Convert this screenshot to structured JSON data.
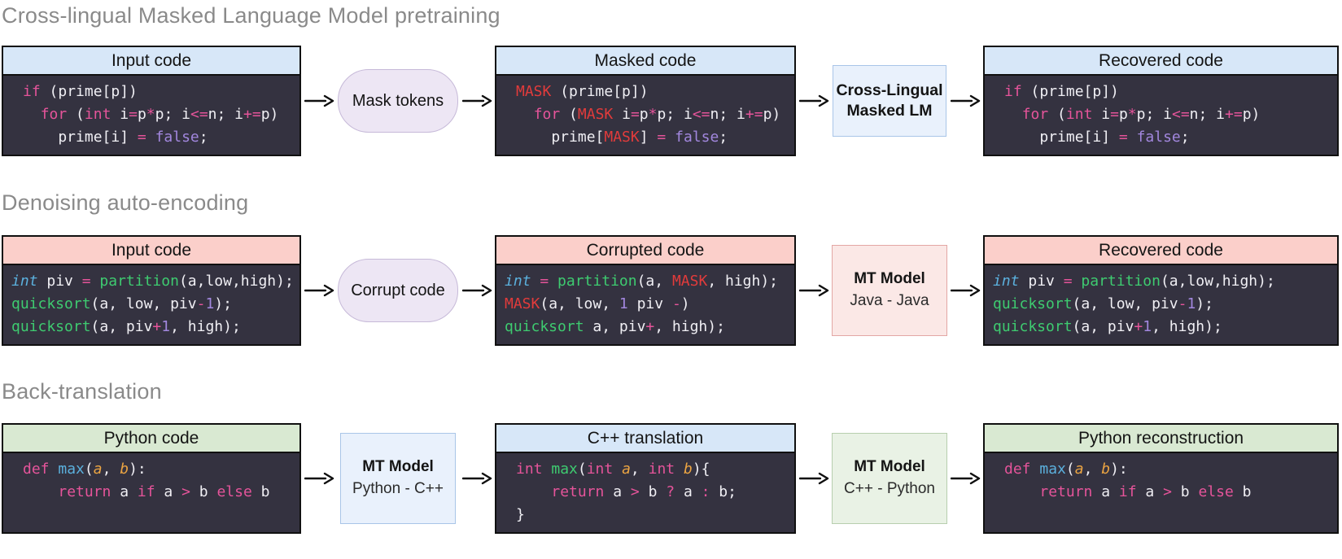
{
  "icons": {
    "arrow_right": "→"
  },
  "colors": {
    "syntax": {
      "background": "#343240",
      "default_text": "#f0eff4",
      "keyword": "#e5549a",
      "type_italic": "#5bb0dd",
      "builtin": "#5bb0dd",
      "function": "#3ecb70",
      "literal": "#a287de",
      "mask_token": "#e23b3b",
      "parameter": "#eba442"
    },
    "headers": {
      "blue": "#d7e7f8",
      "pink": "#fbcfca",
      "green": "#d9e9d2"
    },
    "nodes": {
      "oval_bg": "#ede6f4",
      "oval_border": "#c6b9d8",
      "blue_bg": "#e9f1fc",
      "blue_border": "#a9c5e8",
      "pink_bg": "#fbe8e6",
      "pink_border": "#e3a7a4",
      "green_bg": "#e9f2e5",
      "green_border": "#b7cfae"
    },
    "title_text": "#8a8a8a"
  },
  "sections": [
    {
      "title": "Cross-lingual Masked Language Model pretraining",
      "input_header": "Input code",
      "transform_label": "Mask tokens",
      "mid_header": "Masked code",
      "model": {
        "line1": "Cross-Lingual",
        "line2": "Masked LM"
      },
      "output_header": "Recovered code",
      "input_code": [
        [
          [
            "k",
            "if"
          ],
          [
            "w",
            " (prime[p])"
          ]
        ],
        [
          [
            "w",
            "  "
          ],
          [
            "k",
            "for"
          ],
          [
            "w",
            " ("
          ],
          [
            "k",
            "int"
          ],
          [
            "w",
            " i"
          ],
          [
            "k",
            "="
          ],
          [
            "w",
            "p"
          ],
          [
            "k",
            "*"
          ],
          [
            "w",
            "p; i"
          ],
          [
            "k",
            "<="
          ],
          [
            "w",
            "n; i"
          ],
          [
            "k",
            "+="
          ],
          [
            "w",
            "p)"
          ]
        ],
        [
          [
            "w",
            "    prime[i] "
          ],
          [
            "k",
            "="
          ],
          [
            "w",
            " "
          ],
          [
            "n",
            "false"
          ],
          [
            "w",
            ";"
          ]
        ]
      ],
      "mid_code": [
        [
          [
            "m",
            "MASK"
          ],
          [
            "w",
            " (prime[p])"
          ]
        ],
        [
          [
            "w",
            "  "
          ],
          [
            "k",
            "for"
          ],
          [
            "w",
            " ("
          ],
          [
            "m",
            "MASK"
          ],
          [
            "w",
            " i"
          ],
          [
            "k",
            "="
          ],
          [
            "w",
            "p"
          ],
          [
            "k",
            "*"
          ],
          [
            "w",
            "p; i"
          ],
          [
            "k",
            "<="
          ],
          [
            "w",
            "n; i"
          ],
          [
            "k",
            "+="
          ],
          [
            "w",
            "p)"
          ]
        ],
        [
          [
            "w",
            "    prime["
          ],
          [
            "m",
            "MASK"
          ],
          [
            "w",
            "] "
          ],
          [
            "k",
            "="
          ],
          [
            "w",
            " "
          ],
          [
            "n",
            "false"
          ],
          [
            "w",
            ";"
          ]
        ]
      ],
      "output_code": [
        [
          [
            "k",
            "if"
          ],
          [
            "w",
            " (prime[p])"
          ]
        ],
        [
          [
            "w",
            "  "
          ],
          [
            "k",
            "for"
          ],
          [
            "w",
            " ("
          ],
          [
            "k",
            "int"
          ],
          [
            "w",
            " i"
          ],
          [
            "k",
            "="
          ],
          [
            "w",
            "p"
          ],
          [
            "k",
            "*"
          ],
          [
            "w",
            "p; i"
          ],
          [
            "k",
            "<="
          ],
          [
            "w",
            "n; i"
          ],
          [
            "k",
            "+="
          ],
          [
            "w",
            "p)"
          ]
        ],
        [
          [
            "w",
            "    prime[i] "
          ],
          [
            "k",
            "="
          ],
          [
            "w",
            " "
          ],
          [
            "n",
            "false"
          ],
          [
            "w",
            ";"
          ]
        ]
      ]
    },
    {
      "title": "Denoising auto-encoding",
      "input_header": "Input code",
      "transform_label": "Corrupt code",
      "mid_header": "Corrupted code",
      "model": {
        "line1": "MT Model",
        "line2": "Java - Java"
      },
      "output_header": "Recovered code",
      "input_code": [
        [
          [
            "t",
            "int"
          ],
          [
            "w",
            " piv "
          ],
          [
            "k",
            "="
          ],
          [
            "w",
            " "
          ],
          [
            "f",
            "partition"
          ],
          [
            "w",
            "(a,low,high);"
          ]
        ],
        [
          [
            "f",
            "quicksort"
          ],
          [
            "w",
            "(a, low, piv"
          ],
          [
            "k",
            "-"
          ],
          [
            "n",
            "1"
          ],
          [
            "w",
            ");"
          ]
        ],
        [
          [
            "f",
            "quicksort"
          ],
          [
            "w",
            "(a, piv"
          ],
          [
            "k",
            "+"
          ],
          [
            "n",
            "1"
          ],
          [
            "w",
            ", high);"
          ]
        ]
      ],
      "mid_code": [
        [
          [
            "t",
            "int"
          ],
          [
            "w",
            " "
          ],
          [
            "k",
            "="
          ],
          [
            "w",
            " "
          ],
          [
            "f",
            "partition"
          ],
          [
            "w",
            "(a, "
          ],
          [
            "m",
            "MASK"
          ],
          [
            "w",
            ", high);"
          ]
        ],
        [
          [
            "m",
            "MASK"
          ],
          [
            "w",
            "(a, low, "
          ],
          [
            "n",
            "1"
          ],
          [
            "w",
            " piv "
          ],
          [
            "k",
            "-"
          ],
          [
            "w",
            ")"
          ]
        ],
        [
          [
            "f",
            "quicksort"
          ],
          [
            "w",
            " a, piv"
          ],
          [
            "k",
            "+"
          ],
          [
            "w",
            ", high);"
          ]
        ]
      ],
      "output_code": [
        [
          [
            "t",
            "int"
          ],
          [
            "w",
            " piv "
          ],
          [
            "k",
            "="
          ],
          [
            "w",
            " "
          ],
          [
            "f",
            "partition"
          ],
          [
            "w",
            "(a,low,high);"
          ]
        ],
        [
          [
            "f",
            "quicksort"
          ],
          [
            "w",
            "(a, low, piv"
          ],
          [
            "k",
            "-"
          ],
          [
            "n",
            "1"
          ],
          [
            "w",
            ");"
          ]
        ],
        [
          [
            "f",
            "quicksort"
          ],
          [
            "w",
            "(a, piv"
          ],
          [
            "k",
            "+"
          ],
          [
            "n",
            "1"
          ],
          [
            "w",
            ", high);"
          ]
        ]
      ]
    },
    {
      "title": "Back-translation",
      "input_header": "Python code",
      "transform": {
        "line1": "MT Model",
        "line2": "Python - C++"
      },
      "mid_header": "C++ translation",
      "model": {
        "line1": "MT Model",
        "line2": "C++ - Python"
      },
      "output_header": "Python reconstruction",
      "input_code": [
        [
          [
            "k",
            "def"
          ],
          [
            "w",
            " "
          ],
          [
            "b",
            "max"
          ],
          [
            "w",
            "("
          ],
          [
            "p",
            "a"
          ],
          [
            "w",
            ", "
          ],
          [
            "p",
            "b"
          ],
          [
            "w",
            "):"
          ]
        ],
        [
          [
            "w",
            "    "
          ],
          [
            "k",
            "return"
          ],
          [
            "w",
            " a "
          ],
          [
            "k",
            "if"
          ],
          [
            "w",
            " a "
          ],
          [
            "k",
            ">"
          ],
          [
            "w",
            " b "
          ],
          [
            "k",
            "else"
          ],
          [
            "w",
            " b"
          ]
        ]
      ],
      "mid_code": [
        [
          [
            "k",
            "int"
          ],
          [
            "w",
            " "
          ],
          [
            "f",
            "max"
          ],
          [
            "w",
            "("
          ],
          [
            "k",
            "int"
          ],
          [
            "w",
            " "
          ],
          [
            "p",
            "a"
          ],
          [
            "w",
            ", "
          ],
          [
            "k",
            "int"
          ],
          [
            "w",
            " "
          ],
          [
            "p",
            "b"
          ],
          [
            "w",
            "){"
          ]
        ],
        [
          [
            "w",
            "    "
          ],
          [
            "k",
            "return"
          ],
          [
            "w",
            " a "
          ],
          [
            "k",
            ">"
          ],
          [
            "w",
            " b "
          ],
          [
            "k",
            "?"
          ],
          [
            "w",
            " a "
          ],
          [
            "k",
            ":"
          ],
          [
            "w",
            " b;"
          ]
        ],
        [
          [
            "w",
            "}"
          ]
        ]
      ],
      "output_code": [
        [
          [
            "k",
            "def"
          ],
          [
            "w",
            " "
          ],
          [
            "b",
            "max"
          ],
          [
            "w",
            "("
          ],
          [
            "p",
            "a"
          ],
          [
            "w",
            ", "
          ],
          [
            "p",
            "b"
          ],
          [
            "w",
            "):"
          ]
        ],
        [
          [
            "w",
            "    "
          ],
          [
            "k",
            "return"
          ],
          [
            "w",
            " a "
          ],
          [
            "k",
            "if"
          ],
          [
            "w",
            " a "
          ],
          [
            "k",
            ">"
          ],
          [
            "w",
            " b "
          ],
          [
            "k",
            "else"
          ],
          [
            "w",
            " b"
          ]
        ]
      ]
    }
  ]
}
